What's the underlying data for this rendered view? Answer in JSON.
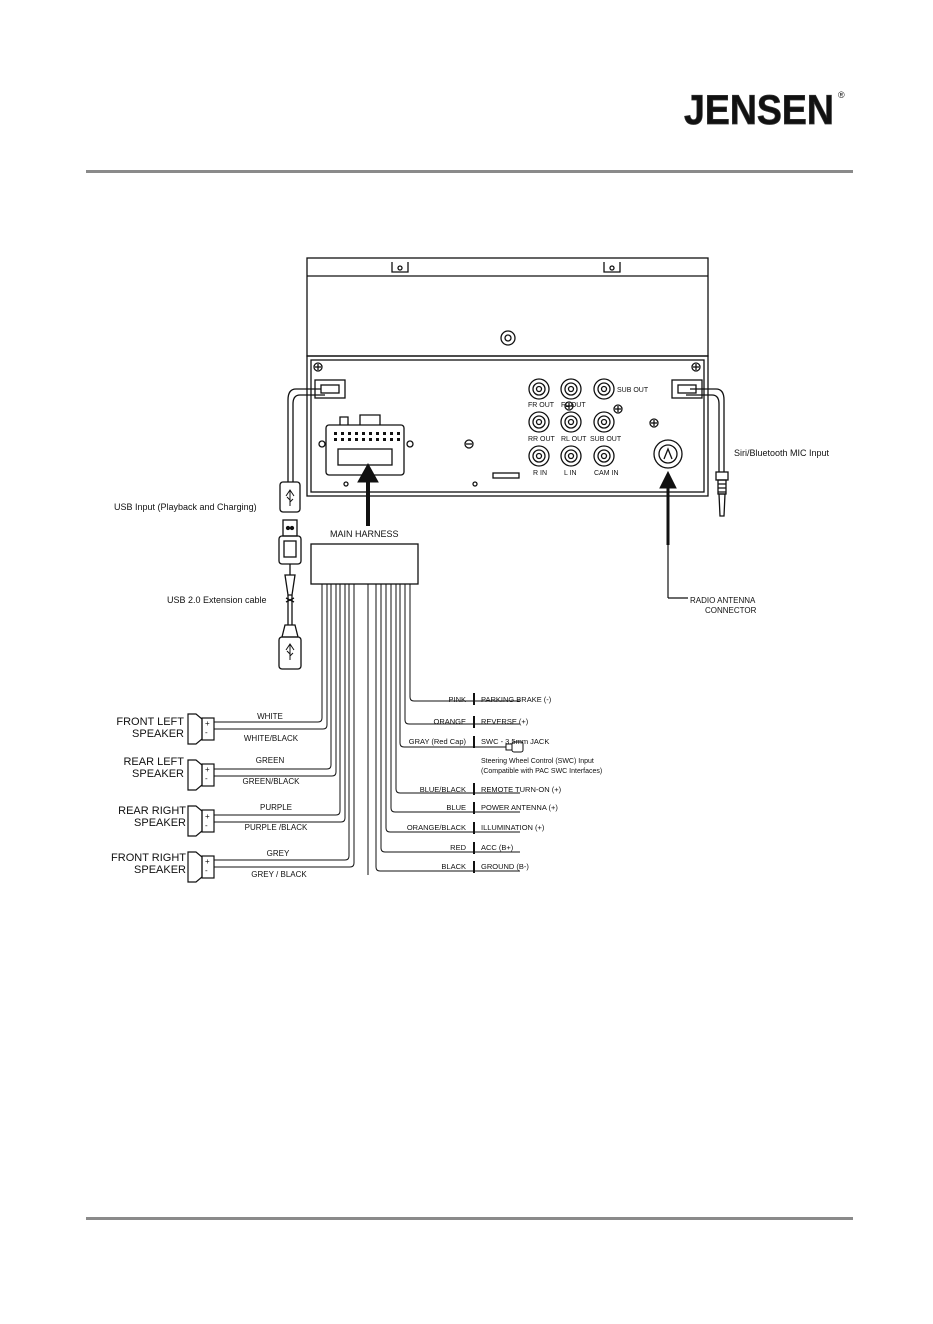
{
  "brand": {
    "name": "JENSEN",
    "registered": "®"
  },
  "diagram": {
    "usb_input": "USB Input (Playback and Charging)",
    "usb_extension": "USB 2.0 Extension cable",
    "main_harness": "MAIN HARNESS",
    "mic_input": "Siri/Bluetooth MIC Input",
    "antenna": [
      "RADIO ANTENNA",
      "CONNECTOR"
    ],
    "rca_labels": [
      {
        "id": "fr-out",
        "text": "FR OUT"
      },
      {
        "id": "fl-out",
        "text": "FL OUT"
      },
      {
        "id": "sub-out-top",
        "text": "SUB OUT"
      },
      {
        "id": "rr-out",
        "text": "RR OUT"
      },
      {
        "id": "rl-out",
        "text": "RL OUT"
      },
      {
        "id": "sub-out",
        "text": "SUB OUT"
      },
      {
        "id": "r-in",
        "text": "R IN"
      },
      {
        "id": "l-in",
        "text": "L IN"
      },
      {
        "id": "cam-in",
        "text": "CAM IN"
      }
    ],
    "speakers": [
      {
        "id": "front-left",
        "line1": "FRONT LEFT",
        "line2": "SPEAKER",
        "pos_wire": "WHITE",
        "neg_wire": "WHITE/BLACK"
      },
      {
        "id": "rear-left",
        "line1": "REAR LEFT",
        "line2": "SPEAKER",
        "pos_wire": "GREEN",
        "neg_wire": "GREEN/BLACK"
      },
      {
        "id": "rear-right",
        "line1": "REAR RIGHT",
        "line2": "SPEAKER",
        "pos_wire": "PURPLE",
        "neg_wire": "PURPLE /BLACK"
      },
      {
        "id": "front-right",
        "line1": "FRONT RIGHT",
        "line2": "SPEAKER",
        "pos_wire": "GREY",
        "neg_wire": "GREY / BLACK"
      }
    ],
    "speaker_plus": "+",
    "speaker_minus": "-",
    "wires": [
      {
        "id": "parking-brake",
        "color": "PINK",
        "function": "PARKING BRAKE (-)"
      },
      {
        "id": "reverse",
        "color": "ORANGE",
        "function": "REVERSE (+)"
      },
      {
        "id": "swc",
        "color": "GRAY (Red Cap)",
        "function": "SWC - 3.5mm JACK"
      },
      {
        "id": "remote",
        "color": "BLUE/BLACK",
        "function": "REMOTE TURN-ON (+)"
      },
      {
        "id": "power-antenna",
        "color": "BLUE",
        "function": "POWER ANTENNA (+)"
      },
      {
        "id": "illumination",
        "color": "ORANGE/BLACK",
        "function": "ILLUMINATION (+)"
      },
      {
        "id": "acc",
        "color": "RED",
        "function": "ACC (B+)"
      },
      {
        "id": "ground",
        "color": "BLACK",
        "function": "GROUND (B-)"
      }
    ],
    "swc_note": [
      "Steering Wheel Control (SWC) Input",
      "(Compatible with PAC SWC Interfaces)"
    ]
  }
}
